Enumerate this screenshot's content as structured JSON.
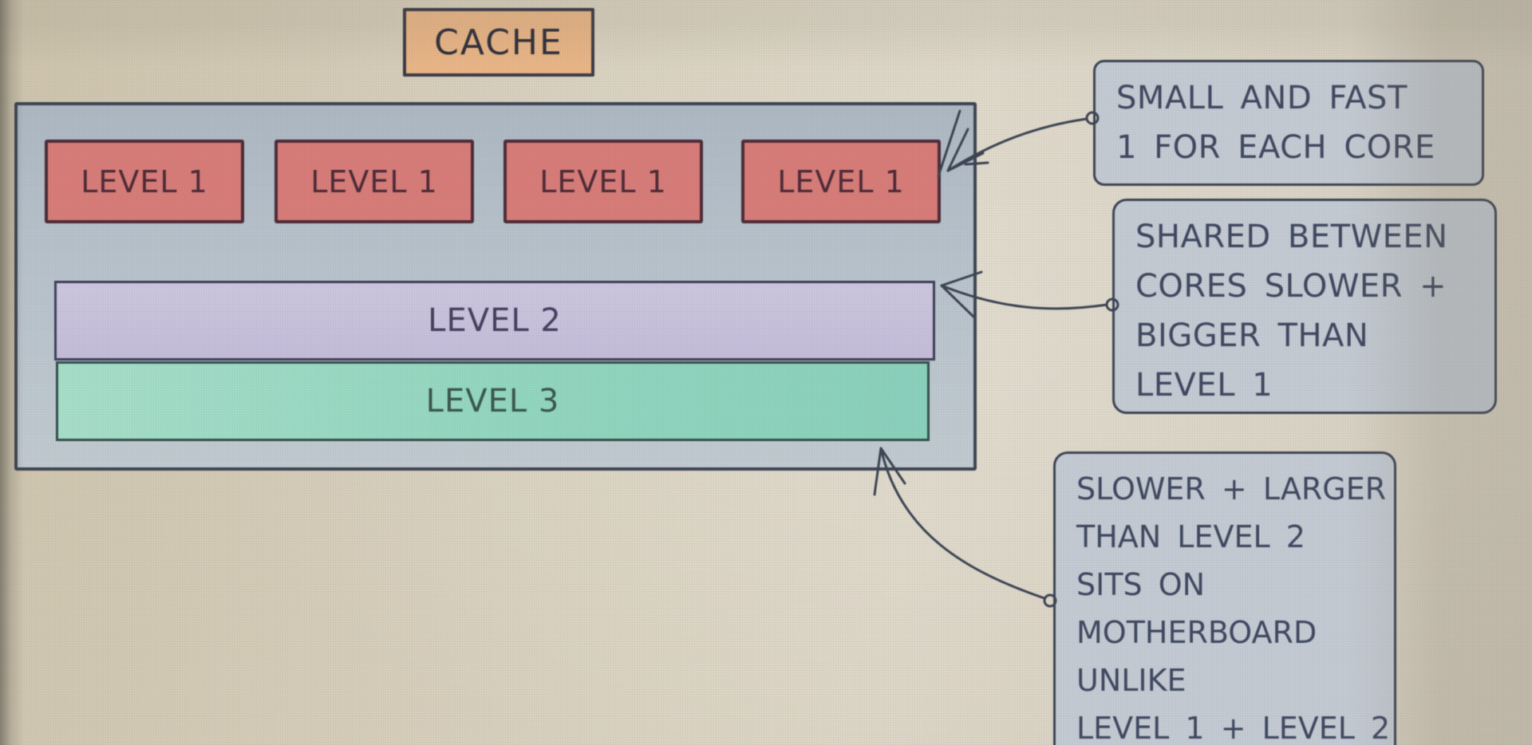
{
  "title_box": {
    "label": "CACHE"
  },
  "cache_container": {
    "level1_labels": [
      "LEVEL 1",
      "LEVEL 1",
      "LEVEL 1",
      "LEVEL 1"
    ],
    "level2_label": "LEVEL 2",
    "level3_label": "LEVEL 3"
  },
  "annotations": {
    "level1_note": {
      "lines": [
        "SMALL AND FAST",
        "1 FOR EACH CORE"
      ]
    },
    "level2_note": {
      "lines": [
        "SHARED BETWEEN",
        "CORES SLOWER +",
        "BIGGER THAN",
        "LEVEL 1"
      ]
    },
    "level3_note": {
      "lines": [
        "SLOWER + LARGER",
        "THAN LEVEL 2",
        "SITS ON",
        "MOTHERBOARD",
        "UNLIKE",
        "LEVEL 1 + LEVEL 2"
      ]
    }
  },
  "colors": {
    "cache_fill": "#eab687",
    "cache_border": "#3b3a46",
    "cache_text": "#2f2e3a",
    "container_fill": "#b7c2cc",
    "container_border": "#3c4454",
    "level1_fill": "#d87c79",
    "level1_border": "#4c2b37",
    "level1_text": "#4e2a36",
    "level2_fill": "#c5bedb",
    "level2_border": "#3e3e58",
    "level2_text": "#454060",
    "level3_fill": "#92d7c0",
    "level3_border": "#33524b",
    "level3_text": "#3a574f",
    "note_fill": "#c4cbd4",
    "note_border": "#3c4454",
    "note_text": "#3f4860",
    "arrow": "#3c4454"
  }
}
